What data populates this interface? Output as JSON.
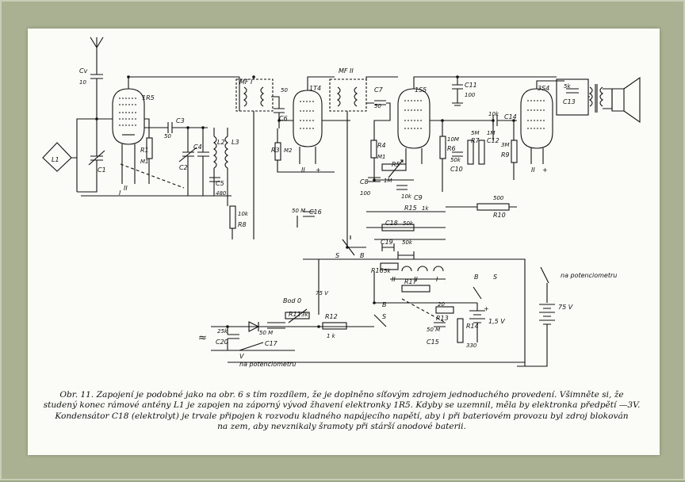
{
  "caption": {
    "line1": "Obr. 11. Zapojení je podobné jako na obr. 6 s tím rozdílem, že je doplněno síťovým zdrojem jednoduchého provedení. Všimněte si, že",
    "line2": "studený konec rámové antény L1 je zapojen na záporný vývod žhavení elektronky 1R5. Kdyby se uzemnil, měla by elektronka předpětí —3V.",
    "line3": "Kondensátor C18 (elektrolyt) je trvale připojen k rozvodu kladného napájecího napětí, aby i při bateriovém provozu byl zdroj blokován",
    "line4": "na zem, aby nevznikaly šramoty při stárší anodové baterii."
  },
  "tubes": [
    "1R5",
    "1T4",
    "1S5",
    "3S4"
  ],
  "labels": {
    "cv": "Cv",
    "cv_val": "10",
    "l1": "L1",
    "c1": "C1",
    "r1": "R1",
    "r1_val": "M1",
    "c3": "C3",
    "c3_val": "50",
    "c4": "C4",
    "c2": "C2",
    "l2": "L2",
    "l3": "L3",
    "c5": "C5",
    "c5_val": "480",
    "r8_val": "10k",
    "r8": "R8",
    "mf1": "MF I",
    "mf2": "MF II",
    "c6_val": "50",
    "c6": "C6",
    "c7": "C7",
    "c7_val": "50",
    "r3": "R3",
    "r3_val": "M2",
    "r4": "R4",
    "r4_val": "M1",
    "c8": "C8",
    "c8_val": "100",
    "r5": "R5",
    "r5_val": "1M",
    "c9_val": "10k",
    "c9": "C9",
    "c11": "C11",
    "c11_val": "100",
    "r6_val": "10M",
    "r6": "R6",
    "c10_val": "50k",
    "c10": "C10",
    "r7_val": "5M",
    "r7": "R7",
    "c12_val": "1M",
    "c12": "C12",
    "r9_val": "3M",
    "r9": "R9",
    "c14_val": "10k",
    "c14": "C14",
    "c13_val": "5k",
    "c13": "C13",
    "r10_val": "500",
    "r10": "R10",
    "c16_val": "50 M",
    "c16": "C16",
    "r15": "R15",
    "r15_val": "1k",
    "c18": "C18",
    "c18_val": "50k",
    "c19": "C19",
    "c19_val": "50k",
    "r16": "R16",
    "r16_val": "5k",
    "s": "S",
    "b": "B",
    "sw_labels": [
      "II",
      "II",
      "I"
    ],
    "bod": "Bod 0",
    "v75": "75 V",
    "r11": "R11",
    "r11_val": "3k",
    "c17_val": "50 M",
    "c17": "C17",
    "r12": "R12",
    "r12_val": "1 k",
    "r17": "R17",
    "r13_val": "20",
    "r13": "R13",
    "c15_val": "50 M",
    "c15": "C15",
    "r14": "R14",
    "r14_val": "330",
    "batt1": "1,5 V",
    "batt2": "75 V",
    "c20": "C20",
    "c20_val": "25k",
    "mains": "≈",
    "pot1": "na potenciometru",
    "pot2": "na potenciometru",
    "v": "V",
    "heater_marks": [
      "II",
      "+",
      "I",
      "II",
      "+",
      "I",
      "+"
    ]
  }
}
